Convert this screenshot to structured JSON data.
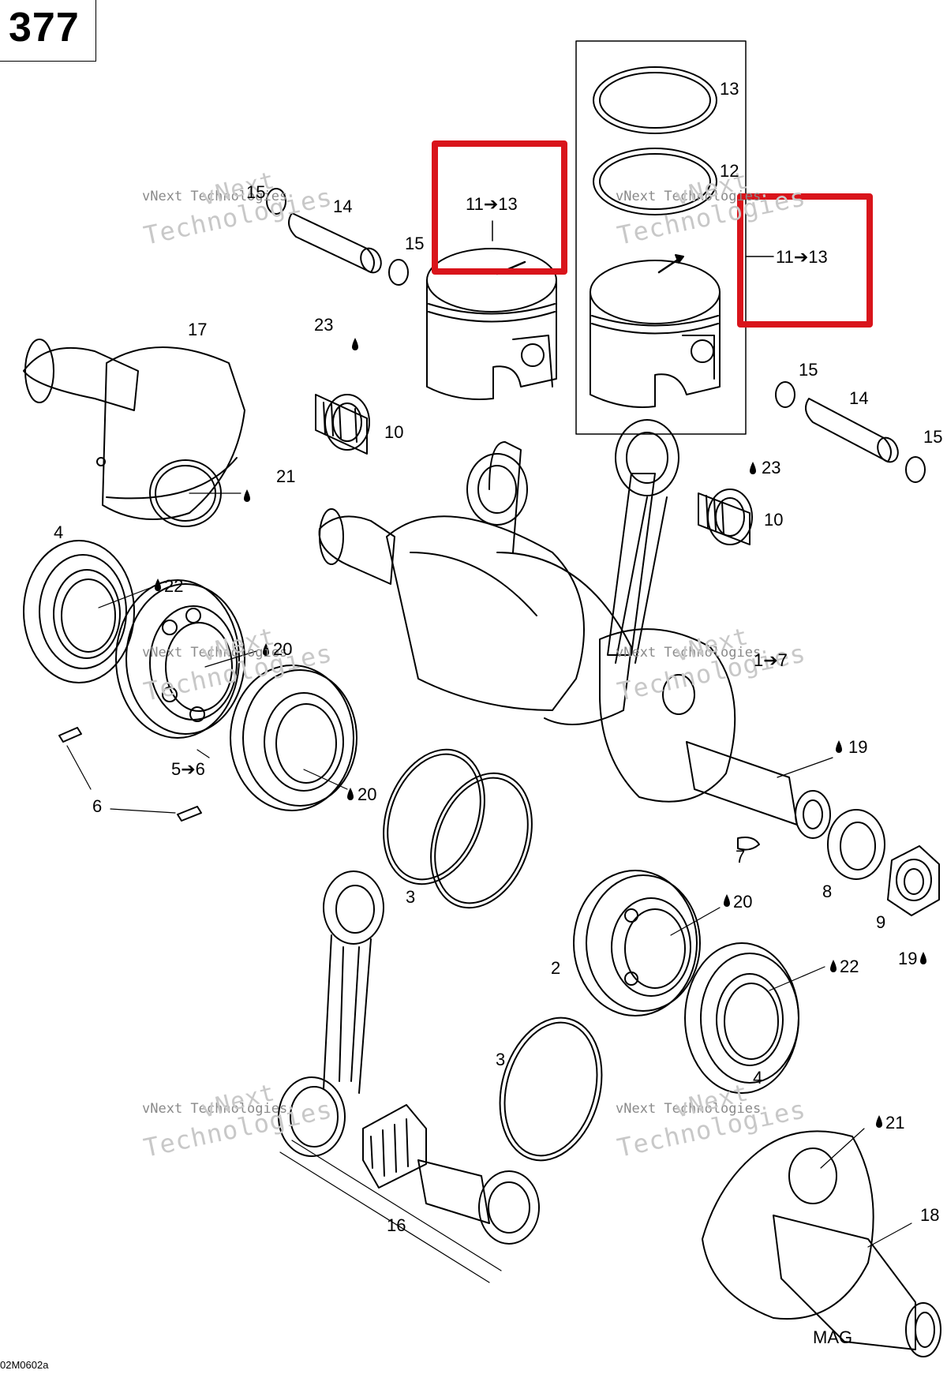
{
  "page_number": "377",
  "figure_code": "02M0602a",
  "side_label": "MAG",
  "watermark": {
    "line1": "vNext",
    "line2": "vNext Technologies",
    "line3": "Technologies"
  },
  "highlight_color": "#d9141b",
  "callouts": {
    "c15_a": "15",
    "c14_a": "14",
    "c15_b": "15",
    "c11_13_a": "11➔13",
    "c11_13_b": "11➔13",
    "c13": "13",
    "c12": "12",
    "c17": "17",
    "c23_a": "23",
    "c10_a": "10",
    "c21_a": "21",
    "c15_c": "15",
    "c14_b": "14",
    "c15_d": "15",
    "c23_b": "23",
    "c10_b": "10",
    "c4_a": "4",
    "c22_a": "22",
    "c20_a": "20",
    "c1_7": "1➔7",
    "c5_6": "5➔6",
    "c6": "6",
    "c20_b": "20",
    "c19_a": "19",
    "c3_a": "3",
    "c7": "7",
    "c8": "8",
    "c9": "9",
    "c19_b": "19",
    "c20_c": "20",
    "c2": "2",
    "c22_b": "22",
    "c4_b": "4",
    "c3_b": "3",
    "c21_b": "21",
    "c16": "16",
    "c18": "18"
  }
}
